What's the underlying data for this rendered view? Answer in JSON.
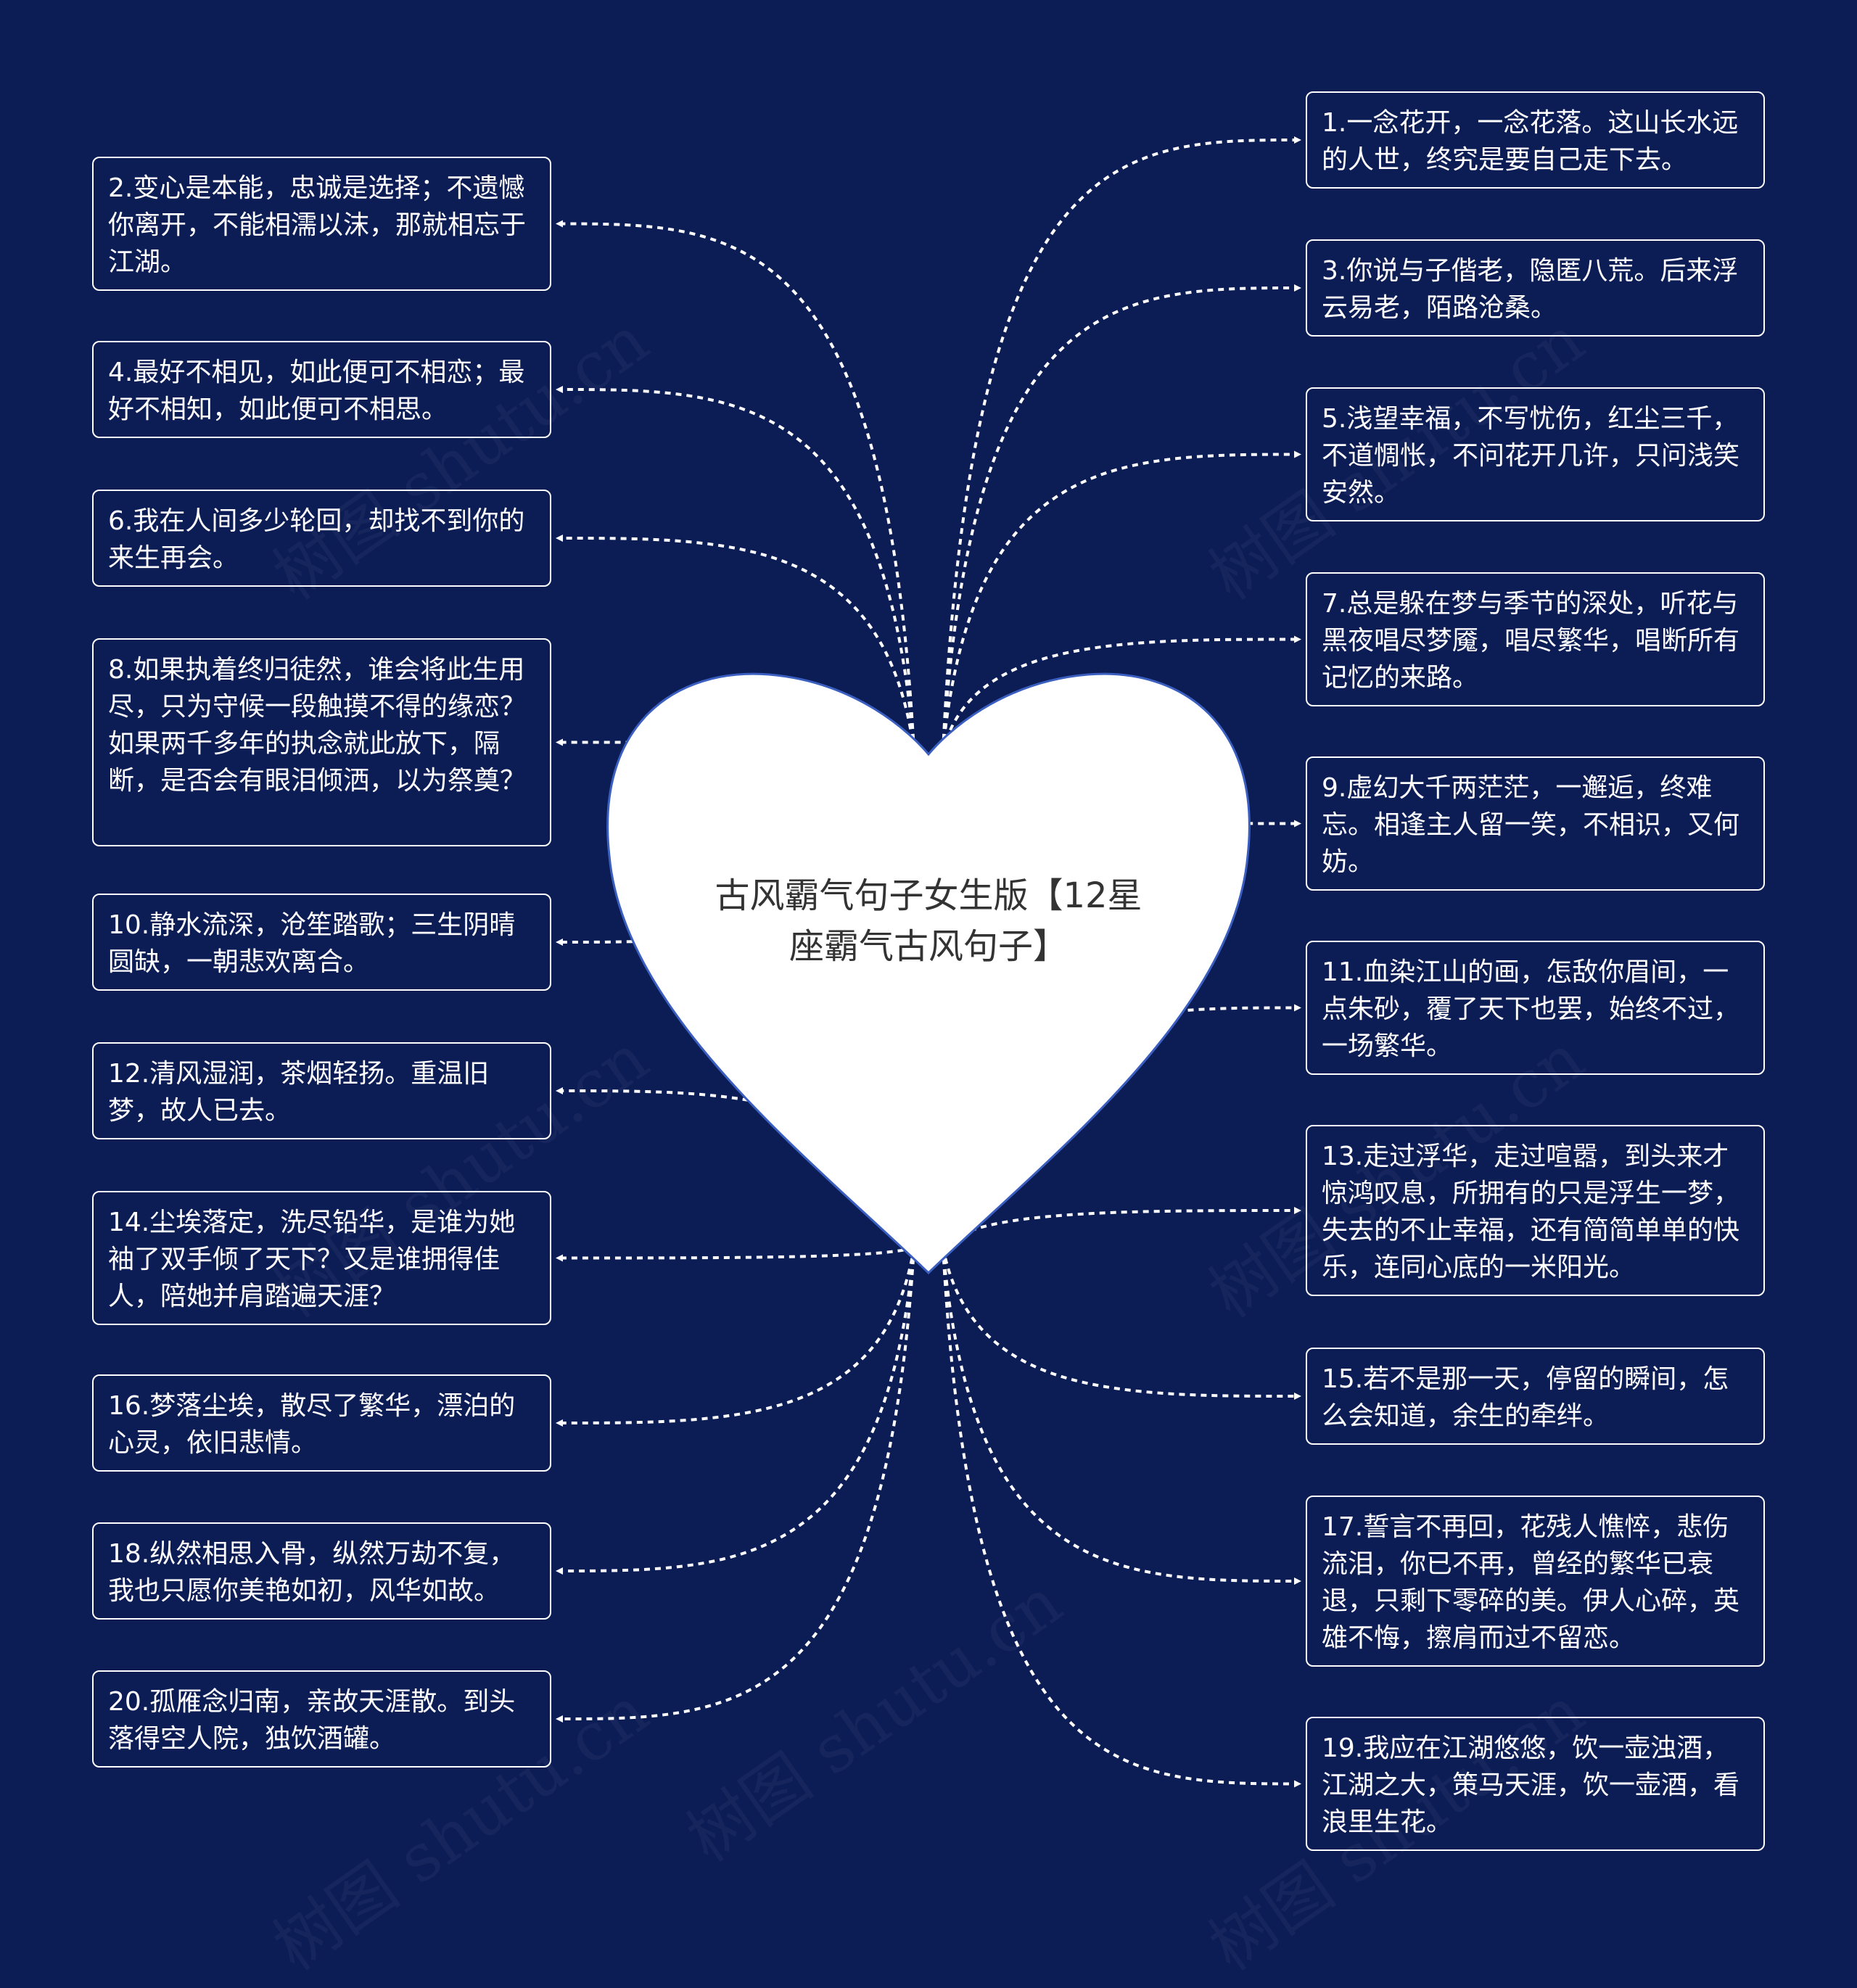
{
  "center": {
    "title": "古风霸气句子女生版【12星座霸气古风句子】"
  },
  "watermark": "树图 shutu.cn",
  "colors": {
    "background": "#0c1d55",
    "heart_fill": "#ffffff",
    "heart_stroke": "#3b5fc0",
    "connector": "#ffffff",
    "node_border": "#ffffff",
    "node_text": "#ffffff"
  },
  "left_nodes": [
    {
      "text": "2.变心是本能，忠诚是选择；不遗憾你离开，不能相濡以沫，那就相忘于江湖。"
    },
    {
      "text": "4.最好不相见，如此便可不相恋；最好不相知，如此便可不相思。"
    },
    {
      "text": "6.我在人间多少轮回，却找不到你的来生再会。"
    },
    {
      "text": "8.如果执着终归徒然，谁会将此生用尽，只为守候一段触摸不得的缘恋？如果两千多年的执念就此放下，隔断，是否会有眼泪倾洒，以为祭奠？"
    },
    {
      "text": "10.静水流深，沧笙踏歌；三生阴晴圆缺，一朝悲欢离合。"
    },
    {
      "text": "12.清风湿润，茶烟轻扬。重温旧梦，故人已去。"
    },
    {
      "text": "14.尘埃落定，洗尽铅华，是谁为她袖了双手倾了天下？又是谁拥得佳人，陪她并肩踏遍天涯？"
    },
    {
      "text": "16.梦落尘埃，散尽了繁华，漂泊的心灵，依旧悲情。"
    },
    {
      "text": "18.纵然相思入骨，纵然万劫不复，我也只愿你美艳如初，风华如故。"
    },
    {
      "text": "20.孤雁念归南，亲故天涯散。到头落得空人院，独饮酒罐。"
    }
  ],
  "right_nodes": [
    {
      "text": "1.一念花开，一念花落。这山长水远的人世，终究是要自己走下去。"
    },
    {
      "text": "3.你说与子偕老，隐匿八荒。后来浮云易老，陌路沧桑。"
    },
    {
      "text": "5.浅望幸福，不写忧伤，红尘三千，不道惆怅，不问花开几许，只问浅笑安然。"
    },
    {
      "text": "7.总是躲在梦与季节的深处，听花与黑夜唱尽梦魇，唱尽繁华，唱断所有记忆的来路。"
    },
    {
      "text": "9.虚幻大千两茫茫，一邂逅，终难忘。相逢主人留一笑，不相识，又何妨。"
    },
    {
      "text": "11.血染江山的画，怎敌你眉间，一点朱砂，覆了天下也罢，始终不过，一场繁华。"
    },
    {
      "text": "13.走过浮华，走过喧嚣，到头来才惊鸿叹息，所拥有的只是浮生一梦，失去的不止幸福，还有简简单单的快乐，连同心底的一米阳光。"
    },
    {
      "text": "15.若不是那一天，停留的瞬间，怎么会知道，余生的牵绊。"
    },
    {
      "text": "17.誓言不再回，花残人憔悴，悲伤流泪，你已不再，曾经的繁华已衰退，只剩下零碎的美。伊人心碎，英雄不悔，擦肩而过不留恋。"
    },
    {
      "text": "19.我应在江湖悠悠，饮一壶浊酒，江湖之大，策马天涯，饮一壶酒，看浪里生花。"
    }
  ]
}
